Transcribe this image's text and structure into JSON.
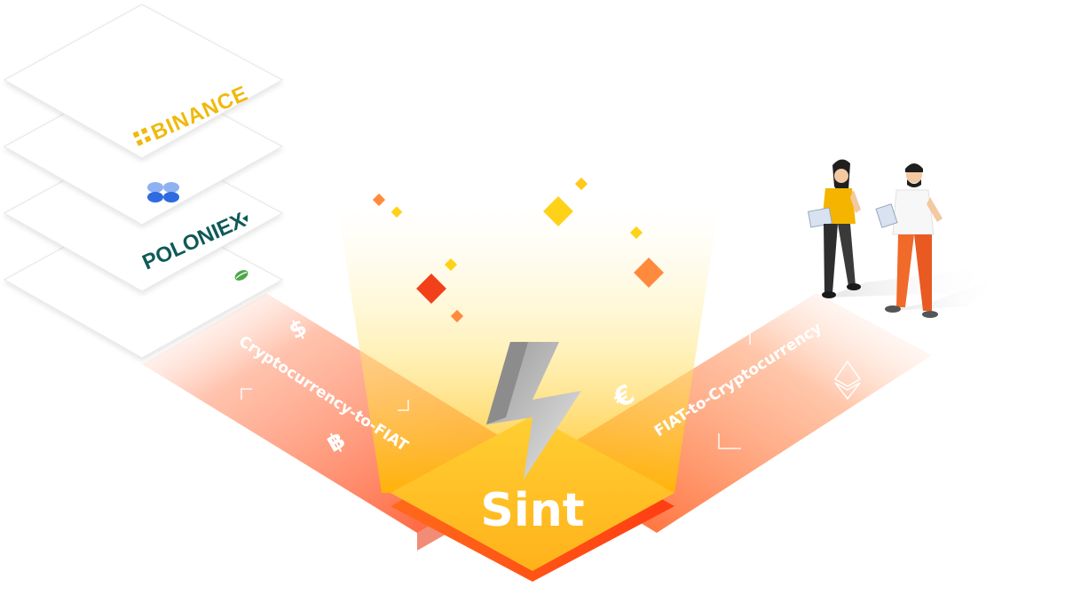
{
  "exchanges": {
    "binance": {
      "name": "BINANCE",
      "icon": "binance-icon",
      "color": "#F0B90B"
    },
    "second": {
      "icon": "blue-clover-icon",
      "color": "#2F6BE0"
    },
    "poloniex": {
      "name": "POLONIEX",
      "icon": "poloniex-icon",
      "color": "#0E5A57"
    },
    "fourth": {
      "icon": "green-leaf-icon",
      "color": "#4CA84A"
    }
  },
  "flows": {
    "left_label": "Cryptocurrency-to-FIAT",
    "right_label": "FIAT-to-Cryptocurrency",
    "left_icons": [
      "dollar-icon",
      "bitcoin-icon"
    ],
    "right_icons": [
      "euro-icon",
      "ethereum-icon"
    ],
    "dollar_glyph": "$",
    "euro_glyph": "€",
    "bitcoin_glyph": "฿"
  },
  "brand": {
    "name": "Sint",
    "logo_icon": "sint-lightning-icon"
  },
  "colors": {
    "accent_orange": "#FF7A1A",
    "accent_red": "#F2522E",
    "accent_yellow": "#FFC21A",
    "platform_gold": "#FFB300",
    "woman_shirt": "#F4B400",
    "man_pants": "#F06A2A"
  }
}
